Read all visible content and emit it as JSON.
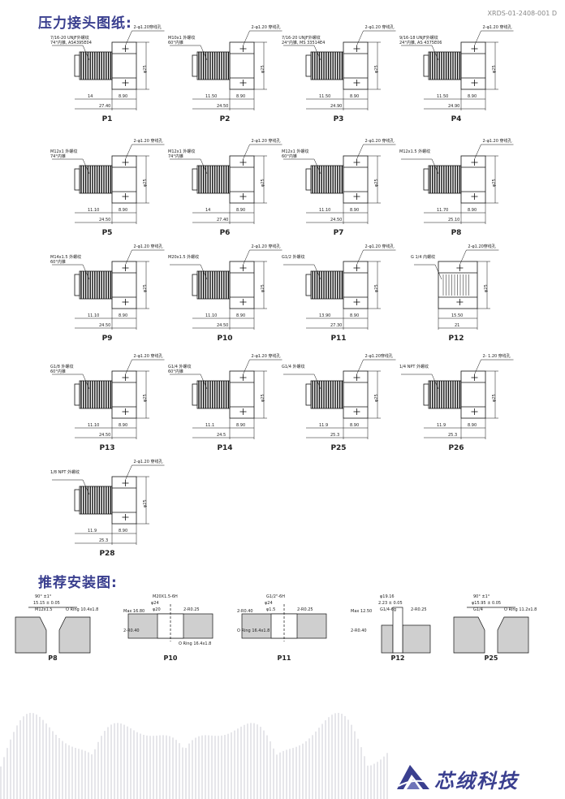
{
  "header": {
    "title": "压力接头图纸:",
    "doc_code": "XRDS-01-2408-001 D"
  },
  "parts": [
    {
      "id": "P1",
      "thread": "7/16-20 UNJF外螺纹\n74°内锥, AS4395E04",
      "hole": "2-φ1.20穿线孔",
      "dia": "φ25",
      "dims": [
        "14",
        "8.90",
        "27.40"
      ]
    },
    {
      "id": "P2",
      "thread": "M10x1 外螺纹\n60°内锥",
      "hole": "2-φ1.20 穿线孔",
      "dia": "φ25",
      "dims": [
        "11.50",
        "8.90",
        "24.50"
      ]
    },
    {
      "id": "P3",
      "thread": "7/16-20 UNJF外螺纹\n24°内锥, MS 33514E4",
      "hole": "2-φ1.20 穿线孔",
      "dia": "φ25",
      "dims": [
        "11.50",
        "8.90",
        "24.90"
      ]
    },
    {
      "id": "P4",
      "thread": "9/16-18 UNJF外螺纹\n24°内锥, AS 4375E06",
      "hole": "2-φ1.20 穿线孔",
      "dia": "φ25",
      "dims": [
        "11.50",
        "8.90",
        "24.90"
      ]
    },
    {
      "id": "P5",
      "thread": "M12x1 外螺纹\n74°内锥",
      "hole": "2-φ1.20 穿线孔",
      "dia": "φ25",
      "dims": [
        "11.10",
        "8.90",
        "24.50"
      ]
    },
    {
      "id": "P6",
      "thread": "M12x1 外螺纹\n74°内锥",
      "hole": "2-φ1.20 穿线孔",
      "dia": "φ25",
      "dims": [
        "14",
        "8.90",
        "27.40"
      ]
    },
    {
      "id": "P7",
      "thread": "M12x1 外螺纹\n60°内锥",
      "hole": "2-φ1.20 穿线孔",
      "dia": "φ25",
      "dims": [
        "11.10",
        "8.90",
        "24.50"
      ]
    },
    {
      "id": "P8",
      "thread": "M12x1.5 外螺纹",
      "hole": "2-φ1.20 穿线孔",
      "dia": "φ25",
      "dims": [
        "11.70",
        "8.90",
        "25.10"
      ]
    },
    {
      "id": "P9",
      "thread": "M14x1.5 外螺纹\n60°内锥",
      "hole": "2-φ1.20 穿线孔",
      "dia": "φ25",
      "dims": [
        "11.10",
        "8.90",
        "24.50"
      ]
    },
    {
      "id": "P10",
      "thread": "M20x1.5 外螺纹",
      "hole": "2-φ1.20 穿线孔",
      "dia": "φ25",
      "dims": [
        "11.10",
        "8.90",
        "24.50"
      ]
    },
    {
      "id": "P11",
      "thread": "G1/2 外螺纹",
      "hole": "2-φ1.20 穿线孔",
      "dia": "φ25",
      "dims": [
        "13.90",
        "8.90",
        "27.30"
      ]
    },
    {
      "id": "P12",
      "thread": "G 1/4 内螺纹",
      "hole": "2-φ1.20穿线孔",
      "dia": "φ25",
      "dims": [
        "15.50",
        "21"
      ]
    },
    {
      "id": "P13",
      "thread": "G1/8 外螺纹\n60°内锥",
      "hole": "2-φ1.20 穿线孔",
      "dia": "φ25",
      "dims": [
        "11.10",
        "8.90",
        "24.50"
      ]
    },
    {
      "id": "P14",
      "thread": "G1/4 外螺纹\n60°内锥",
      "hole": "2-φ1.20 穿线孔",
      "dia": "φ25",
      "dims": [
        "11.1",
        "8.90",
        "24.5"
      ]
    },
    {
      "id": "P25",
      "thread": "G1/4 外螺纹",
      "hole": "2-φ1.20穿线孔",
      "dia": "φ25",
      "dims": [
        "11.9",
        "8.90",
        "25.3"
      ]
    },
    {
      "id": "P26",
      "thread": "1/4 NPT 外螺纹",
      "hole": "2- 1.20 穿线孔",
      "dia": "φ25",
      "dims": [
        "11.9",
        "8.90",
        "25.3"
      ]
    },
    {
      "id": "P28",
      "thread": "1/8 NPT 外螺纹",
      "hole": "2-φ1.20 穿线孔",
      "dia": "φ25",
      "dims": [
        "11.9",
        "8.90",
        "25.3"
      ]
    }
  ],
  "install": {
    "title": "推荐安装图:",
    "items": [
      {
        "id": "P8",
        "notes": [
          "90° ±1°",
          "15.15 ± 0.05",
          "M12x1.5",
          "O Ring 10.4x1.8"
        ]
      },
      {
        "id": "P10",
        "notes": [
          "M20X1.5-6H",
          "φ24",
          "φ20",
          "2-R0.25",
          "Max 16.80",
          "2-R0.40",
          "O Ring 16.4x1.8"
        ]
      },
      {
        "id": "P11",
        "notes": [
          "G1/2\"-6H",
          "φ24",
          "φ1.5",
          "2-R0.25",
          "2-R0.40",
          "O Ring 16.4x1.8"
        ]
      },
      {
        "id": "P12",
        "notes": [
          "φ19.16",
          "2.23 ± 0.05",
          "G1/4-6g",
          "2-R0.25",
          "Max 12.50",
          "2-R0.40"
        ]
      },
      {
        "id": "P25",
        "notes": [
          "90° ±1°",
          "φ15.95 ± 0.05",
          "G1/4",
          "O Ring 11.2x1.8"
        ]
      }
    ]
  },
  "brand": {
    "name": "芯绒科技",
    "color": "#3a3f8f"
  }
}
